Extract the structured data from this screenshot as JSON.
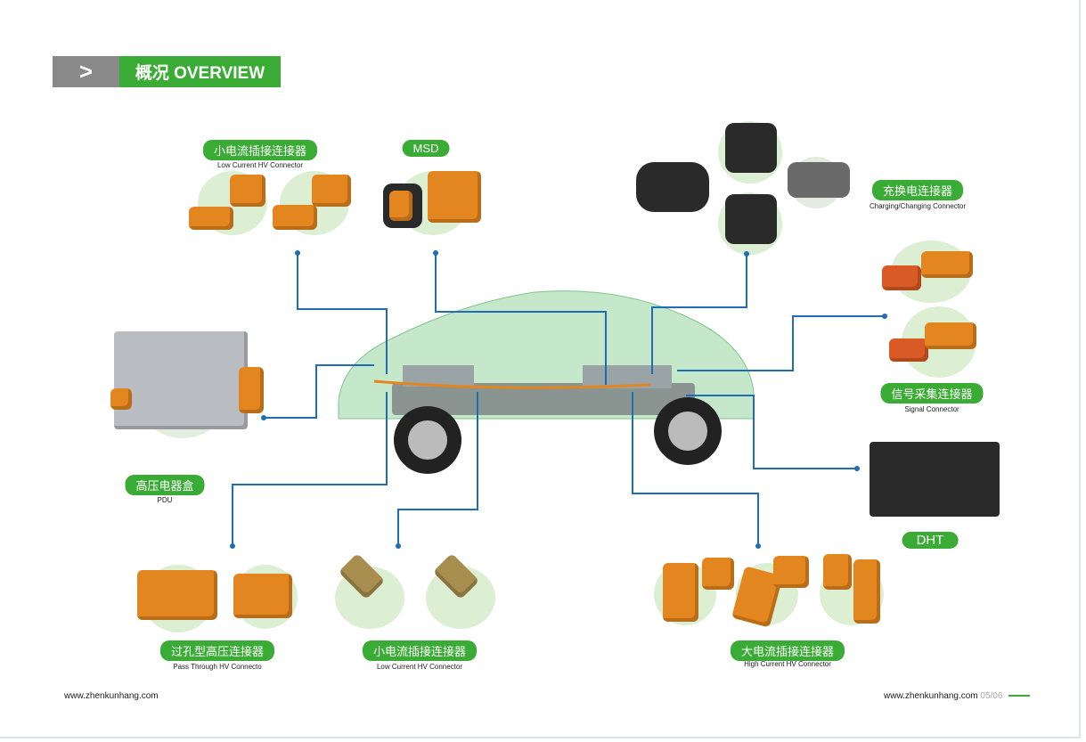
{
  "header": {
    "arrow": ">",
    "title": "概况 OVERVIEW"
  },
  "callouts": {
    "low_current_top": {
      "zh": "小电流插接连接器",
      "en": "Low Current HV Connector"
    },
    "msd": {
      "zh": "MSD"
    },
    "charging": {
      "zh": "充换电连接器",
      "en": "Charging/Changing Connector"
    },
    "signal": {
      "zh": "信号采集连接器",
      "en": "Signal Connector"
    },
    "dht": {
      "zh": "DHT"
    },
    "pdu": {
      "zh": "高压电器盒",
      "en": "PDU"
    },
    "pass_through": {
      "zh": "过孔型高压连接器",
      "en": "Pass Through HV Connecto"
    },
    "low_current_bottom": {
      "zh": "小电流插接连接器",
      "en": "Low Current HV Connector"
    },
    "high_current": {
      "zh": "大电流插接连接器",
      "en": "High Current HV Connector"
    }
  },
  "footer": {
    "url_left": "www.zhenkunhang.com",
    "url_right": "www.zhenkunhang.com",
    "page": "05/06"
  },
  "colors": {
    "green": "#3aab35",
    "gray": "#898989",
    "line": "#1f6db4",
    "orange": "#e3861f"
  }
}
